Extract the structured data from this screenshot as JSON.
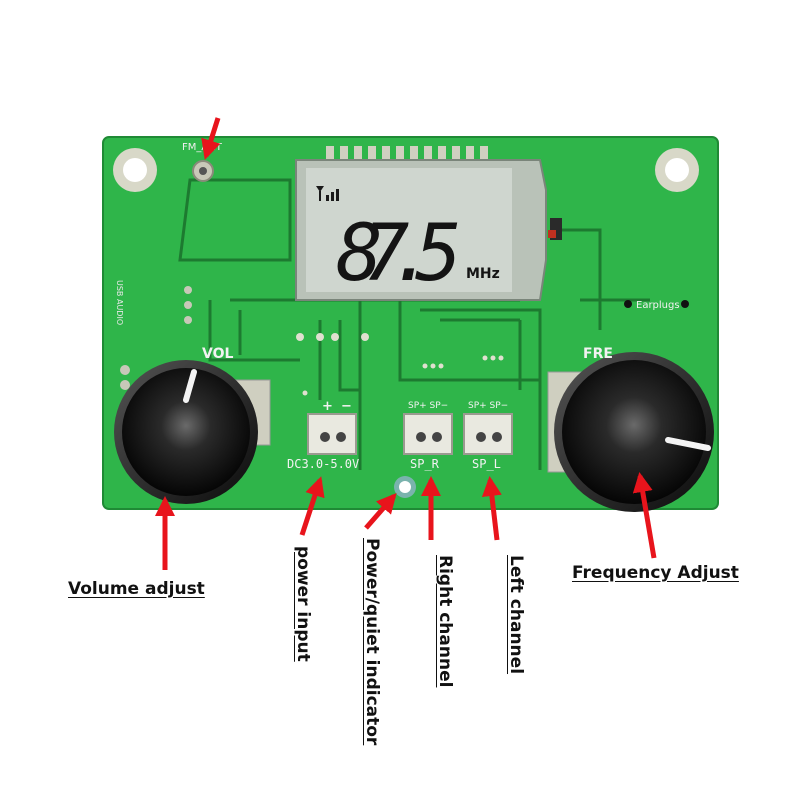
{
  "board": {
    "antenna_label": "FM_ANT",
    "usb_label": "USB AUDIO",
    "vol_label": "VOL",
    "fre_label": "FRE",
    "earplugs_label": "Earplugs",
    "power_plus": "+",
    "power_minus": "−",
    "power_rating": "DC3.0-5.0V",
    "sp_r_pins": "SP+ SP−",
    "sp_l_pins": "SP+ SP−",
    "sp_r_label": "SP_R",
    "sp_l_label": "SP_L"
  },
  "lcd": {
    "frequency": "87.5",
    "unit": "MHz",
    "signal_icon": "antenna-signal-icon"
  },
  "callouts": {
    "volume": "Volume adjust",
    "power_input": "power input",
    "indicator": "Power/quiet indicator",
    "right_channel": "Right channel",
    "left_channel": "Left channel",
    "frequency": "Frequency Adjust"
  },
  "colors": {
    "pcb": "#2fb54a",
    "pcb_dark": "#1f8a35",
    "lcd_bg": "#cfd6cf",
    "arrow": "#e8141c",
    "knob": "#111111"
  }
}
